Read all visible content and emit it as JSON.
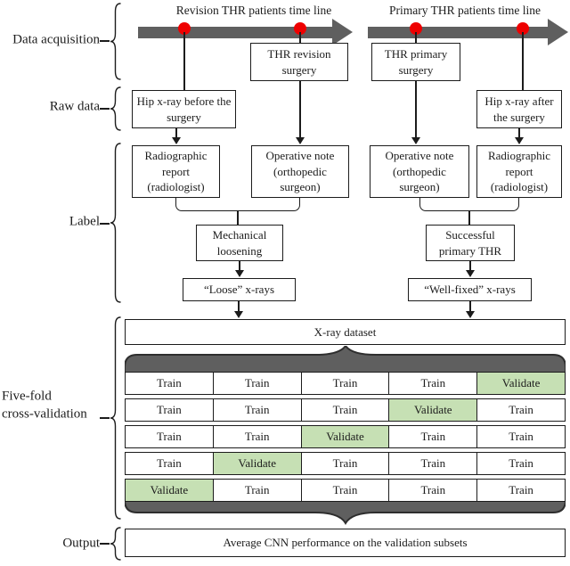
{
  "side_labels": {
    "data_acquisition": "Data acquisition",
    "raw_data": "Raw data",
    "label": "Label",
    "five_fold": "Five-fold",
    "cross_validation": "cross-validation",
    "output": "Output"
  },
  "timelines": {
    "revision": "Revision THR patients time line",
    "primary": "Primary THR patients time line"
  },
  "boxes": {
    "thr_revision_surgery": "THR revision surgery",
    "thr_primary_surgery": "THR primary surgery",
    "hip_xray_before": "Hip x-ray before the surgery",
    "hip_xray_after": "Hip x-ray after the surgery",
    "radiographic_report_left": "Radiographic report (radiologist)",
    "operative_note_left": "Operative note (orthopedic surgeon)",
    "operative_note_right": "Operative note (orthopedic surgeon)",
    "radiographic_report_right": "Radiographic report (radiologist)",
    "mechanical_loosening": "Mechanical loosening",
    "successful_primary_thr": "Successful primary THR",
    "loose_xrays": "“Loose” x-rays",
    "well_fixed_xrays": "“Well-fixed” x-rays",
    "xray_dataset": "X-ray dataset",
    "output": "Average CNN performance on the validation subsets"
  },
  "cv_table": {
    "rows": [
      [
        "Train",
        "Train",
        "Train",
        "Train",
        "Validate"
      ],
      [
        "Train",
        "Train",
        "Train",
        "Validate",
        "Train"
      ],
      [
        "Train",
        "Train",
        "Validate",
        "Train",
        "Train"
      ],
      [
        "Train",
        "Validate",
        "Train",
        "Train",
        "Train"
      ],
      [
        "Validate",
        "Train",
        "Train",
        "Train",
        "Train"
      ]
    ]
  },
  "colors": {
    "dark_gray": "#5f5f5f",
    "red_dot": "#ee0000",
    "validate_green": "#c6e0b4",
    "line_black": "#1c1c1c"
  }
}
